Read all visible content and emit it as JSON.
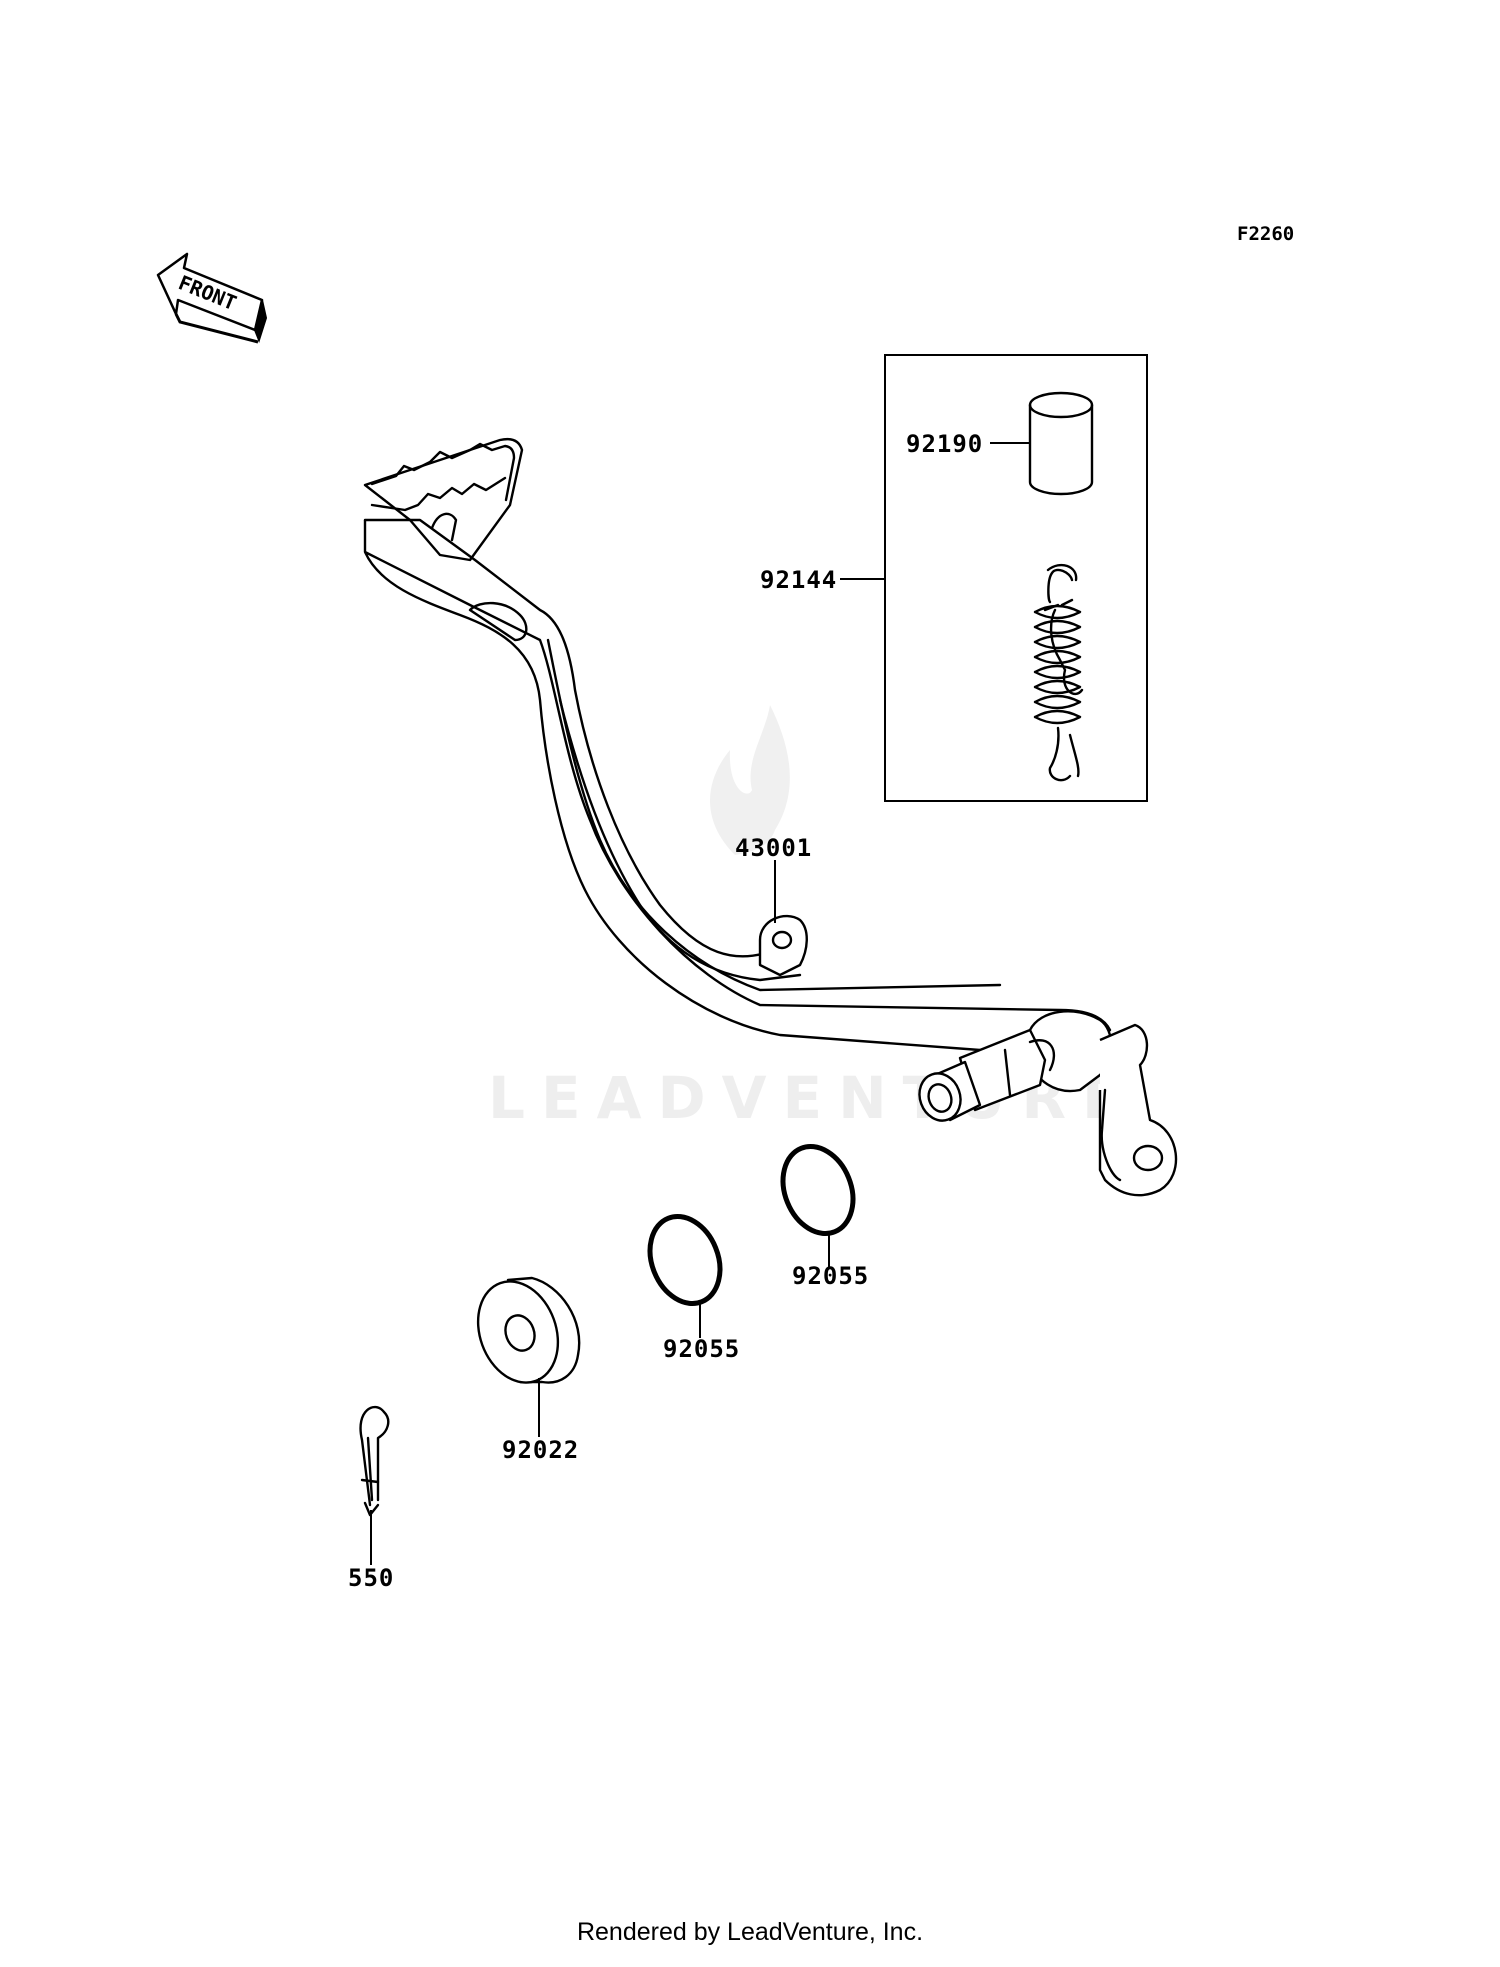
{
  "figure_code": "F2260",
  "front_label": "FRONT",
  "watermark": "LEADVENTURE",
  "footer": "Rendered by LeadVenture, Inc.",
  "callouts": {
    "spring_sleeve": "92190",
    "spring_kit": "92144",
    "brake_pedal": "43001",
    "oring_upper": "92055",
    "oring_lower": "92055",
    "washer": "92022",
    "cotter_pin": "550"
  }
}
